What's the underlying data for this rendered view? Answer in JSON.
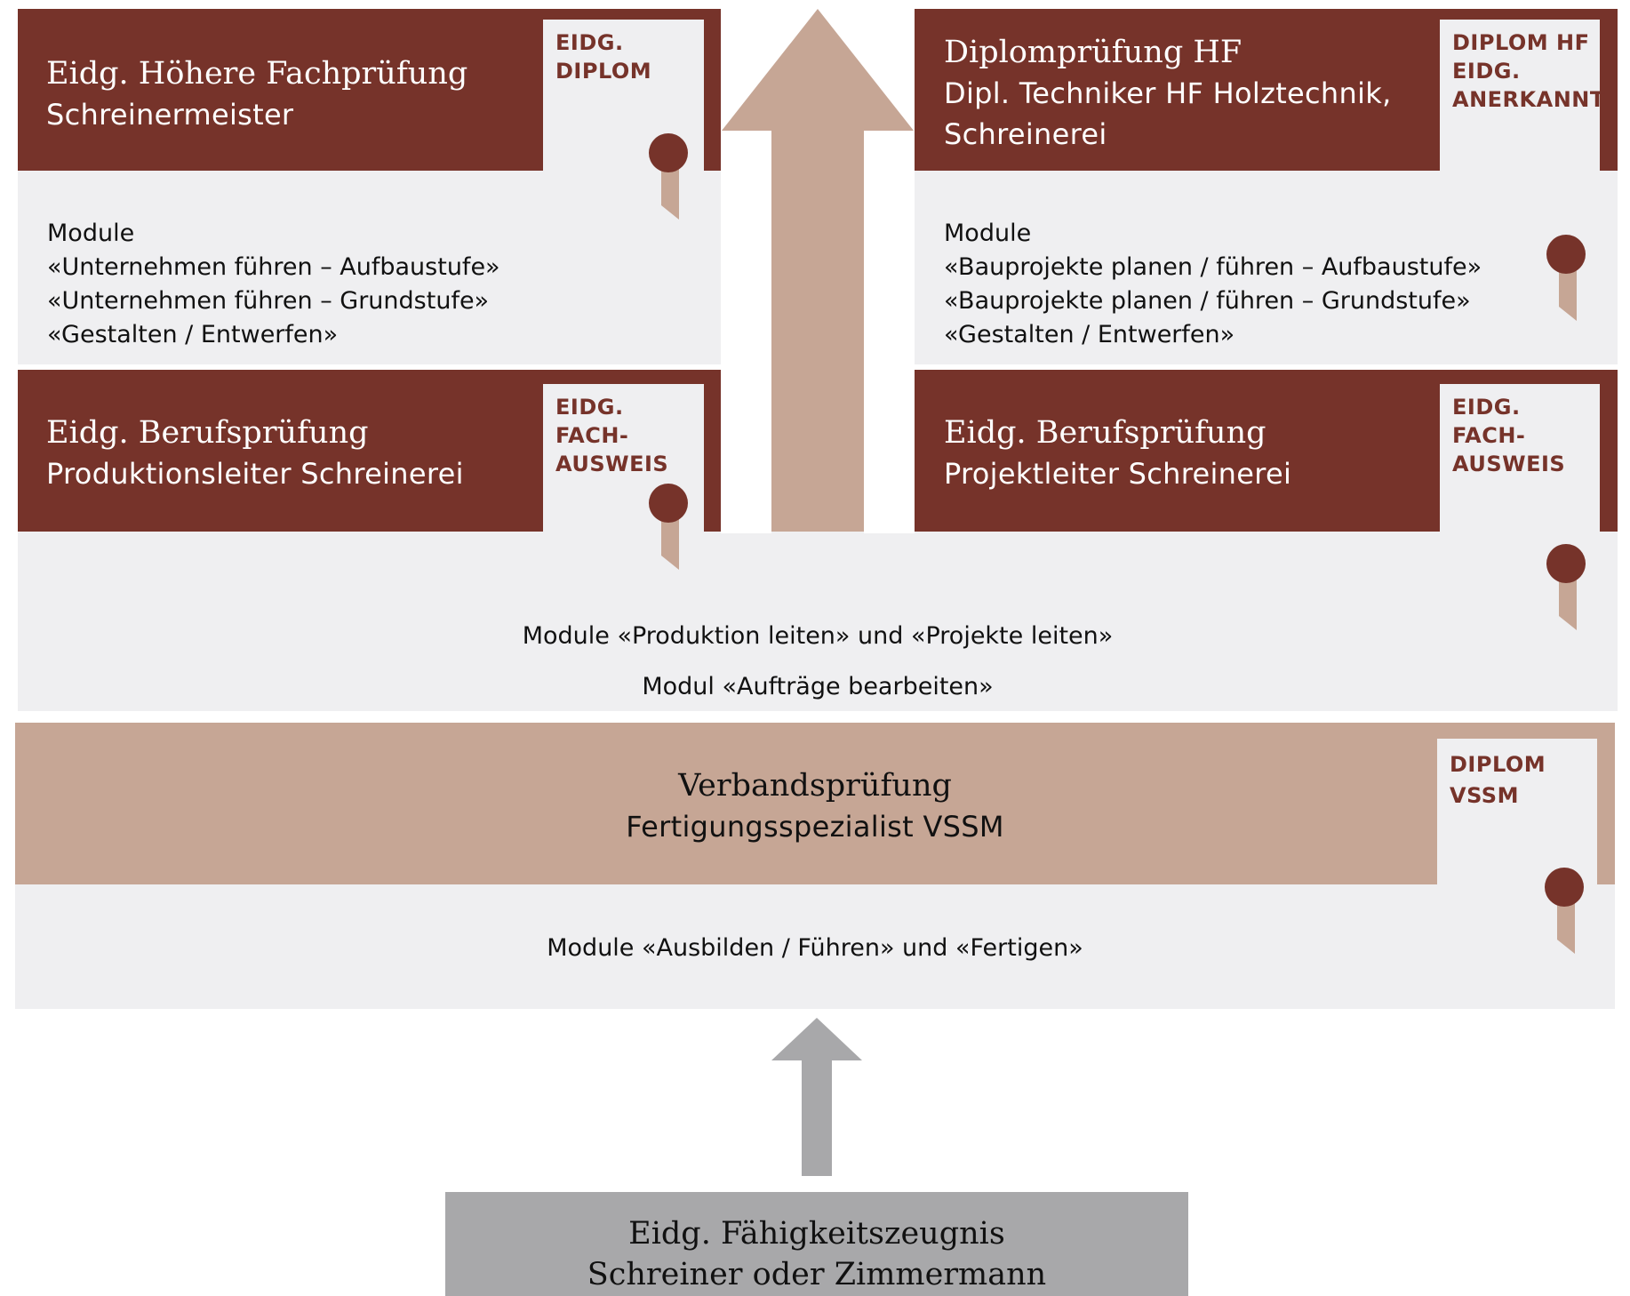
{
  "top_left": {
    "title": "Eidg. Höhere Fachprüfung",
    "subtitle": "Schreinermeister",
    "badge": [
      "EIDG.",
      "DIPLOM"
    ],
    "modules": [
      "Module",
      "«Unternehmen führen – Aufbaustufe»",
      "«Unternehmen führen – Grundstufe»",
      "«Gestalten / Entwerfen»"
    ]
  },
  "top_right": {
    "title": "Diplomprüfung HF",
    "subtitle_lines": [
      "Dipl. Techniker HF Holztechnik,",
      "Schreinerei"
    ],
    "badge": [
      "DIPLOM HF",
      "EIDG.",
      "ANERKANNT"
    ],
    "modules": [
      "Module",
      "«Bauprojekte planen / führen – Aufbaustufe»",
      "«Bauprojekte planen / führen – Grundstufe»",
      "«Gestalten / Entwerfen»"
    ]
  },
  "mid_left": {
    "title": "Eidg. Berufsprüfung",
    "subtitle": "Produktionsleiter Schreinerei",
    "badge": [
      "EIDG.",
      "FACH-",
      "AUSWEIS"
    ]
  },
  "mid_right": {
    "title": "Eidg. Berufsprüfung",
    "subtitle": "Projektleiter Schreinerei",
    "badge": [
      "EIDG.",
      "FACH-",
      "AUSWEIS"
    ]
  },
  "shared_modules": [
    "Module «Produktion leiten» und «Projekte leiten»",
    "Modul «Aufträge bearbeiten»"
  ],
  "verband": {
    "title": "Verbandsprüfung",
    "subtitle": "Fertigungsspezialist VSSM",
    "badge": [
      "DIPLOM",
      "VSSM"
    ],
    "modules": "Module «Ausbilden / Führen» und «Fertigen»"
  },
  "base": {
    "title": "Eidg. Fähigkeitszeugnis",
    "subtitle": "Schreiner oder Zimmermann"
  },
  "colors": {
    "dark": "#76332a",
    "tan": "#c6a695",
    "light": "#efeff1",
    "grey": "#a8a8aa"
  }
}
